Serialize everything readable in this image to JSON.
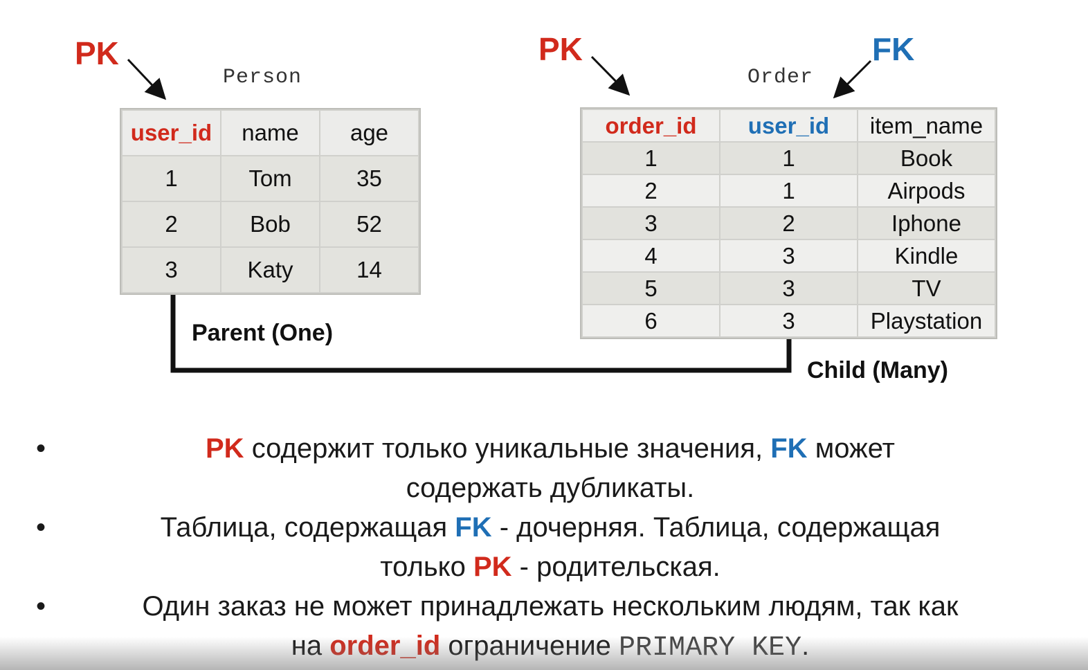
{
  "labels": {
    "pk_person": "PK",
    "pk_order": "PK",
    "fk_order": "FK",
    "parent": "Parent (One)",
    "child": "Child (Many)"
  },
  "person": {
    "title": "Person",
    "columns": [
      "user_id",
      "name",
      "age"
    ],
    "rows": [
      [
        "1",
        "Tom",
        "35"
      ],
      [
        "2",
        "Bob",
        "52"
      ],
      [
        "3",
        "Katy",
        "14"
      ]
    ]
  },
  "order": {
    "title": "Order",
    "columns": [
      "order_id",
      "user_id",
      "item_name"
    ],
    "rows": [
      [
        "1",
        "1",
        "Book"
      ],
      [
        "2",
        "1",
        "Airpods"
      ],
      [
        "3",
        "2",
        "Iphone"
      ],
      [
        "4",
        "3",
        "Kindle"
      ],
      [
        "5",
        "3",
        "TV"
      ],
      [
        "6",
        "3",
        "Playstation"
      ]
    ]
  },
  "bullets": {
    "b1": {
      "pk": "PK",
      "t1": " содержит только уникальные значения, ",
      "fk": "FK",
      "t2": " может",
      "line2": "содержать дубликаты."
    },
    "b2": {
      "t1": "Таблица, содержащая ",
      "fk": "FK",
      "t2": " - дочерняя. Таблица, содержащая",
      "t3": "только ",
      "pk": "PK",
      "t4": " - родительская."
    },
    "b3": {
      "t1": "Один заказ не может принадлежать нескольким людям, так как",
      "t2": "на ",
      "key": "order_id",
      "t3": " ограничение ",
      "mono": "PRIMARY KEY",
      "t4": "."
    }
  },
  "colors": {
    "pk": "#d12a1c",
    "fk": "#1f6fb5"
  }
}
